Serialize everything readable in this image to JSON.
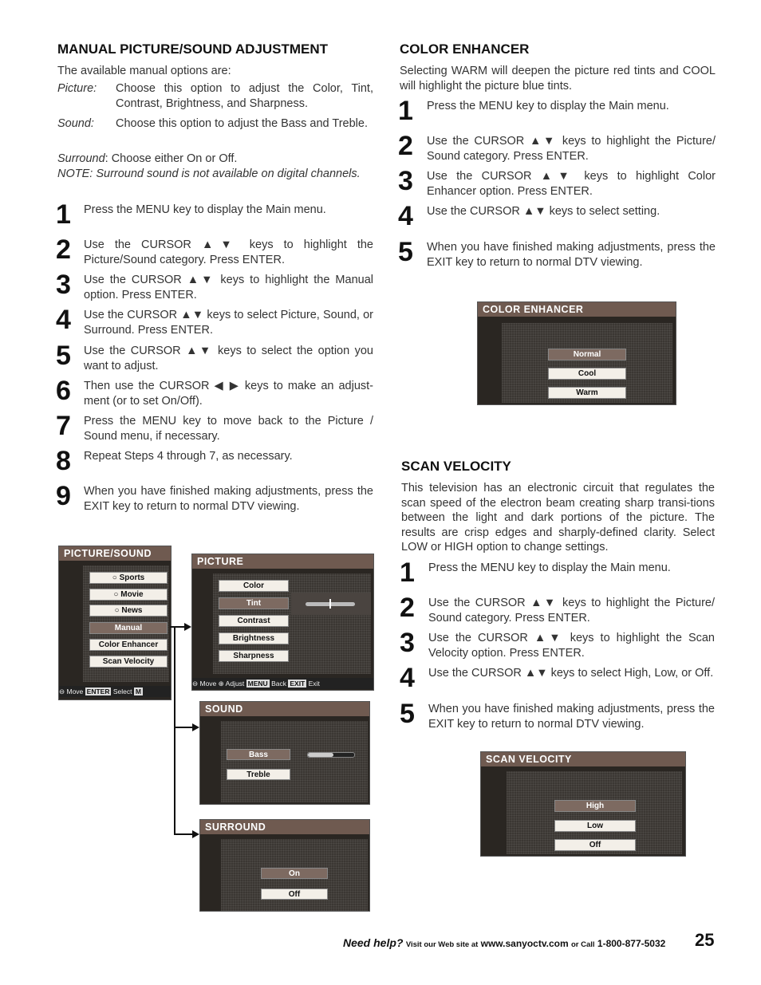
{
  "left": {
    "heading": "MANUAL PICTURE/SOUND ADJUSTMENT",
    "intro": "The available manual options are:",
    "options": [
      {
        "label": "Picture:",
        "text": "Choose this option to adjust the Color, Tint, Contrast, Brightness, and Sharpness."
      },
      {
        "label": "Sound:",
        "text": "Choose this option to adjust the Bass and Treble."
      }
    ],
    "surround_label": "Surround",
    "surround_text": ": Choose either On or Off.",
    "note": "NOTE: Surround sound is not available on digital channels.",
    "steps": [
      {
        "n": "1",
        "text": "Press the MENU key to display the Main menu."
      },
      {
        "n": "2",
        "text": "Use the CURSOR ▲▼ keys to highlight the Picture/Sound category. Press ENTER."
      },
      {
        "n": "3",
        "text": "Use the CURSOR ▲▼ keys to highlight the Manual option. Press ENTER."
      },
      {
        "n": "4",
        "text": "Use the CURSOR ▲▼ keys to select Picture, Sound, or Surround. Press ENTER."
      },
      {
        "n": "5",
        "text": "Use the CURSOR ▲▼ keys to select the option you want to adjust."
      },
      {
        "n": "6",
        "text": "Then use the CURSOR ◀ ▶ keys to make an adjust-ment (or to set On/Off)."
      },
      {
        "n": "7",
        "text": "Press the MENU key to move back to the Picture / Sound menu, if necessary."
      },
      {
        "n": "8",
        "text": "Repeat Steps 4 through 7, as necessary."
      },
      {
        "n": "9",
        "text": "When you have finished making adjustments, press the EXIT key to return to normal DTV viewing."
      }
    ]
  },
  "color_enhancer": {
    "heading": "COLOR ENHANCER",
    "intro": "Selecting WARM will deepen the picture red tints and COOL will highlight the picture blue tints.",
    "steps": [
      {
        "n": "1",
        "text": "Press the MENU key to display the Main menu."
      },
      {
        "n": "2",
        "text": "Use the CURSOR ▲▼ keys to highlight the Picture/ Sound category. Press ENTER."
      },
      {
        "n": "3",
        "text": "Use the CURSOR ▲▼ keys to highlight Color Enhancer option. Press ENTER."
      },
      {
        "n": "4",
        "text": "Use the CURSOR ▲▼ keys to select setting."
      },
      {
        "n": "5",
        "text": "When you have finished making adjustments, press the EXIT key to return to normal DTV viewing."
      }
    ],
    "screen_title": "COLOR ENHANCER",
    "screen_options": [
      "Normal",
      "Cool",
      "Warm"
    ]
  },
  "scan_velocity": {
    "heading": "SCAN VELOCITY",
    "intro": "This television has an electronic circuit that regulates the scan speed of the electron beam creating sharp transi-tions between the light and dark portions of the picture. The results are crisp edges and sharply-defined clarity. Select LOW or HIGH option to change settings.",
    "steps": [
      {
        "n": "1",
        "text": "Press the MENU key to display the Main menu."
      },
      {
        "n": "2",
        "text": "Use the CURSOR ▲▼ keys to highlight the Picture/ Sound category. Press ENTER."
      },
      {
        "n": "3",
        "text": "Use the CURSOR ▲▼ keys to highlight the Scan Velocity option. Press ENTER."
      },
      {
        "n": "4",
        "text": "Use the CURSOR ▲▼ keys to select High, Low, or Off."
      },
      {
        "n": "5",
        "text": "When you have finished making adjustments, press the EXIT key to return to normal DTV viewing."
      }
    ],
    "screen_title": "SCAN VELOCITY",
    "screen_options": [
      "High",
      "Low",
      "Off"
    ]
  },
  "screens": {
    "picture_sound": {
      "title": "PICTURE/SOUND",
      "items": [
        "Sports",
        "Movie",
        "News",
        "Manual",
        "Color Enhancer",
        "Scan Velocity"
      ],
      "status": {
        "move": "Move",
        "enter_key": "ENTER",
        "select": "Select",
        "m": "M"
      }
    },
    "picture": {
      "title": "PICTURE",
      "items": [
        "Color",
        "Tint",
        "Contrast",
        "Brightness",
        "Sharpness"
      ],
      "status": {
        "move": "Move",
        "adjust": "Adjust",
        "menu_key": "MENU",
        "back": "Back",
        "exit_key": "EXIT",
        "exit": "Exit"
      },
      "tint_level": 0.5
    },
    "sound": {
      "title": "SOUND",
      "items": [
        "Bass",
        "Treble"
      ],
      "bass_level": 0.55
    },
    "surround": {
      "title": "SURROUND",
      "items": [
        "On",
        "Off"
      ]
    }
  },
  "footer": {
    "need_help": "Need help?",
    "visit": "Visit our Web site at",
    "url": "www.sanyoctv.com",
    "or_call": "or Call",
    "phone": "1-800-877-5032",
    "page": "25"
  }
}
